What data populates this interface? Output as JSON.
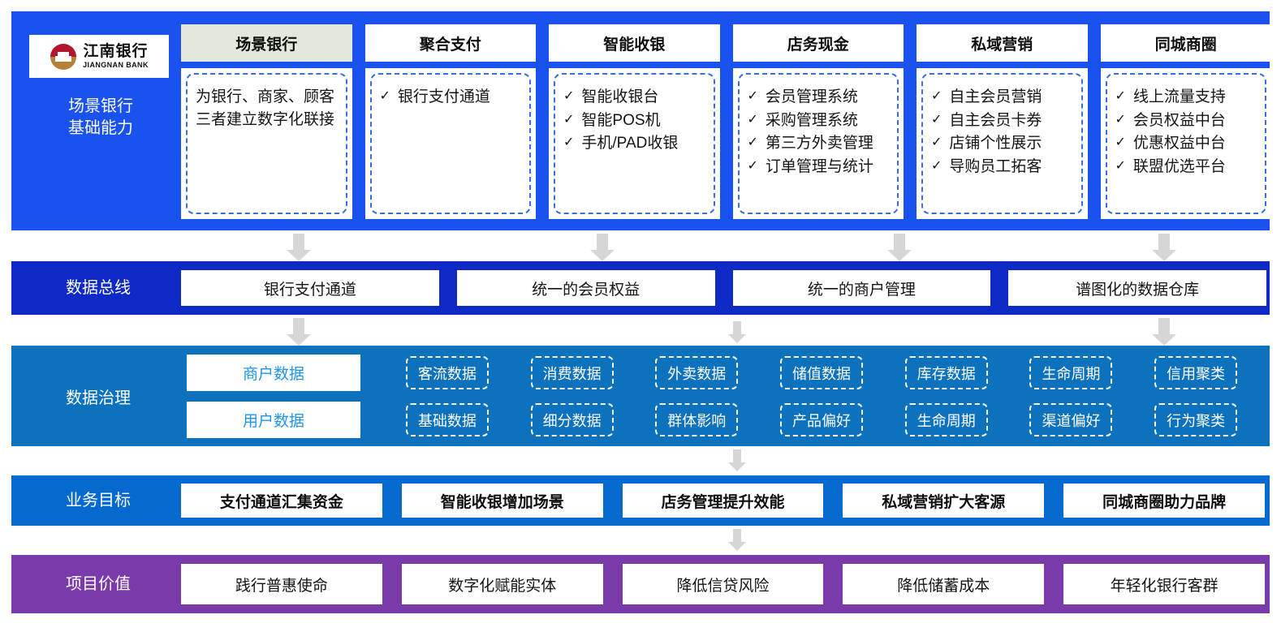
{
  "brand": {
    "name_cn": "江南银行",
    "name_en": "JIANGNAN BANK",
    "logo_colors": {
      "top": "#b3152f",
      "bottom": "#b5803b"
    }
  },
  "colors": {
    "capability_bg": "#1a52f0",
    "bus_bg": "#0f2ac4",
    "governance_bg": "#0d72be",
    "goal_bg": "#0569cf",
    "value_bg": "#7a3aaa",
    "active_tab_bg": "#e2e8da",
    "governance_text": "#1e94ef",
    "arrow": "#d6d6d6"
  },
  "capability": {
    "label": "场景银行\n基础能力",
    "label_line1": "场景银行",
    "label_line2": "基础能力",
    "columns": [
      {
        "title": "场景银行",
        "active": true,
        "plain": "为银行、商家、顾客三者建立数字化联接",
        "items": []
      },
      {
        "title": "聚合支付",
        "active": false,
        "plain": "",
        "items": [
          "银行支付通道"
        ]
      },
      {
        "title": "智能收银",
        "active": false,
        "plain": "",
        "items": [
          "智能收银台",
          "智能POS机",
          "手机/PAD收银"
        ]
      },
      {
        "title": "店务现金",
        "active": false,
        "plain": "",
        "items": [
          "会员管理系统",
          "采购管理系统",
          "第三方外卖管理",
          "订单管理与统计"
        ]
      },
      {
        "title": "私域营销",
        "active": false,
        "plain": "",
        "items": [
          "自主会员营销",
          "自主会员卡券",
          "店铺个性展示",
          "导购员工拓客"
        ]
      },
      {
        "title": "同城商圈",
        "active": false,
        "plain": "",
        "items": [
          "线上流量支持",
          "会员权益中台",
          "优惠权益中台",
          "联盟优选平台"
        ]
      }
    ]
  },
  "data_bus": {
    "label": "数据总线",
    "cells": [
      "银行支付通道",
      "统一的会员权益",
      "统一的商户管理",
      "谱图化的数据仓库"
    ]
  },
  "governance": {
    "label": "数据治理",
    "categories": [
      "商户数据",
      "用户数据"
    ],
    "rows": [
      [
        "客流数据",
        "消费数据",
        "外卖数据",
        "储值数据",
        "库存数据",
        "生命周期",
        "信用聚类"
      ],
      [
        "基础数据",
        "细分数据",
        "群体影响",
        "产品偏好",
        "生命周期",
        "渠道偏好",
        "行为聚类"
      ]
    ]
  },
  "goals": {
    "label": "业务目标",
    "cells": [
      "支付通道汇集资金",
      "智能收银增加场景",
      "店务管理提升效能",
      "私域营销扩大客源",
      "同城商圈助力品牌"
    ]
  },
  "value": {
    "label": "项目价值",
    "cells": [
      "践行普惠使命",
      "数字化赋能实体",
      "降低信贷风险",
      "降低储蓄成本",
      "年轻化银行客群"
    ]
  },
  "icons": {
    "check": "✓",
    "arrow_down": "arrow-down-icon"
  }
}
